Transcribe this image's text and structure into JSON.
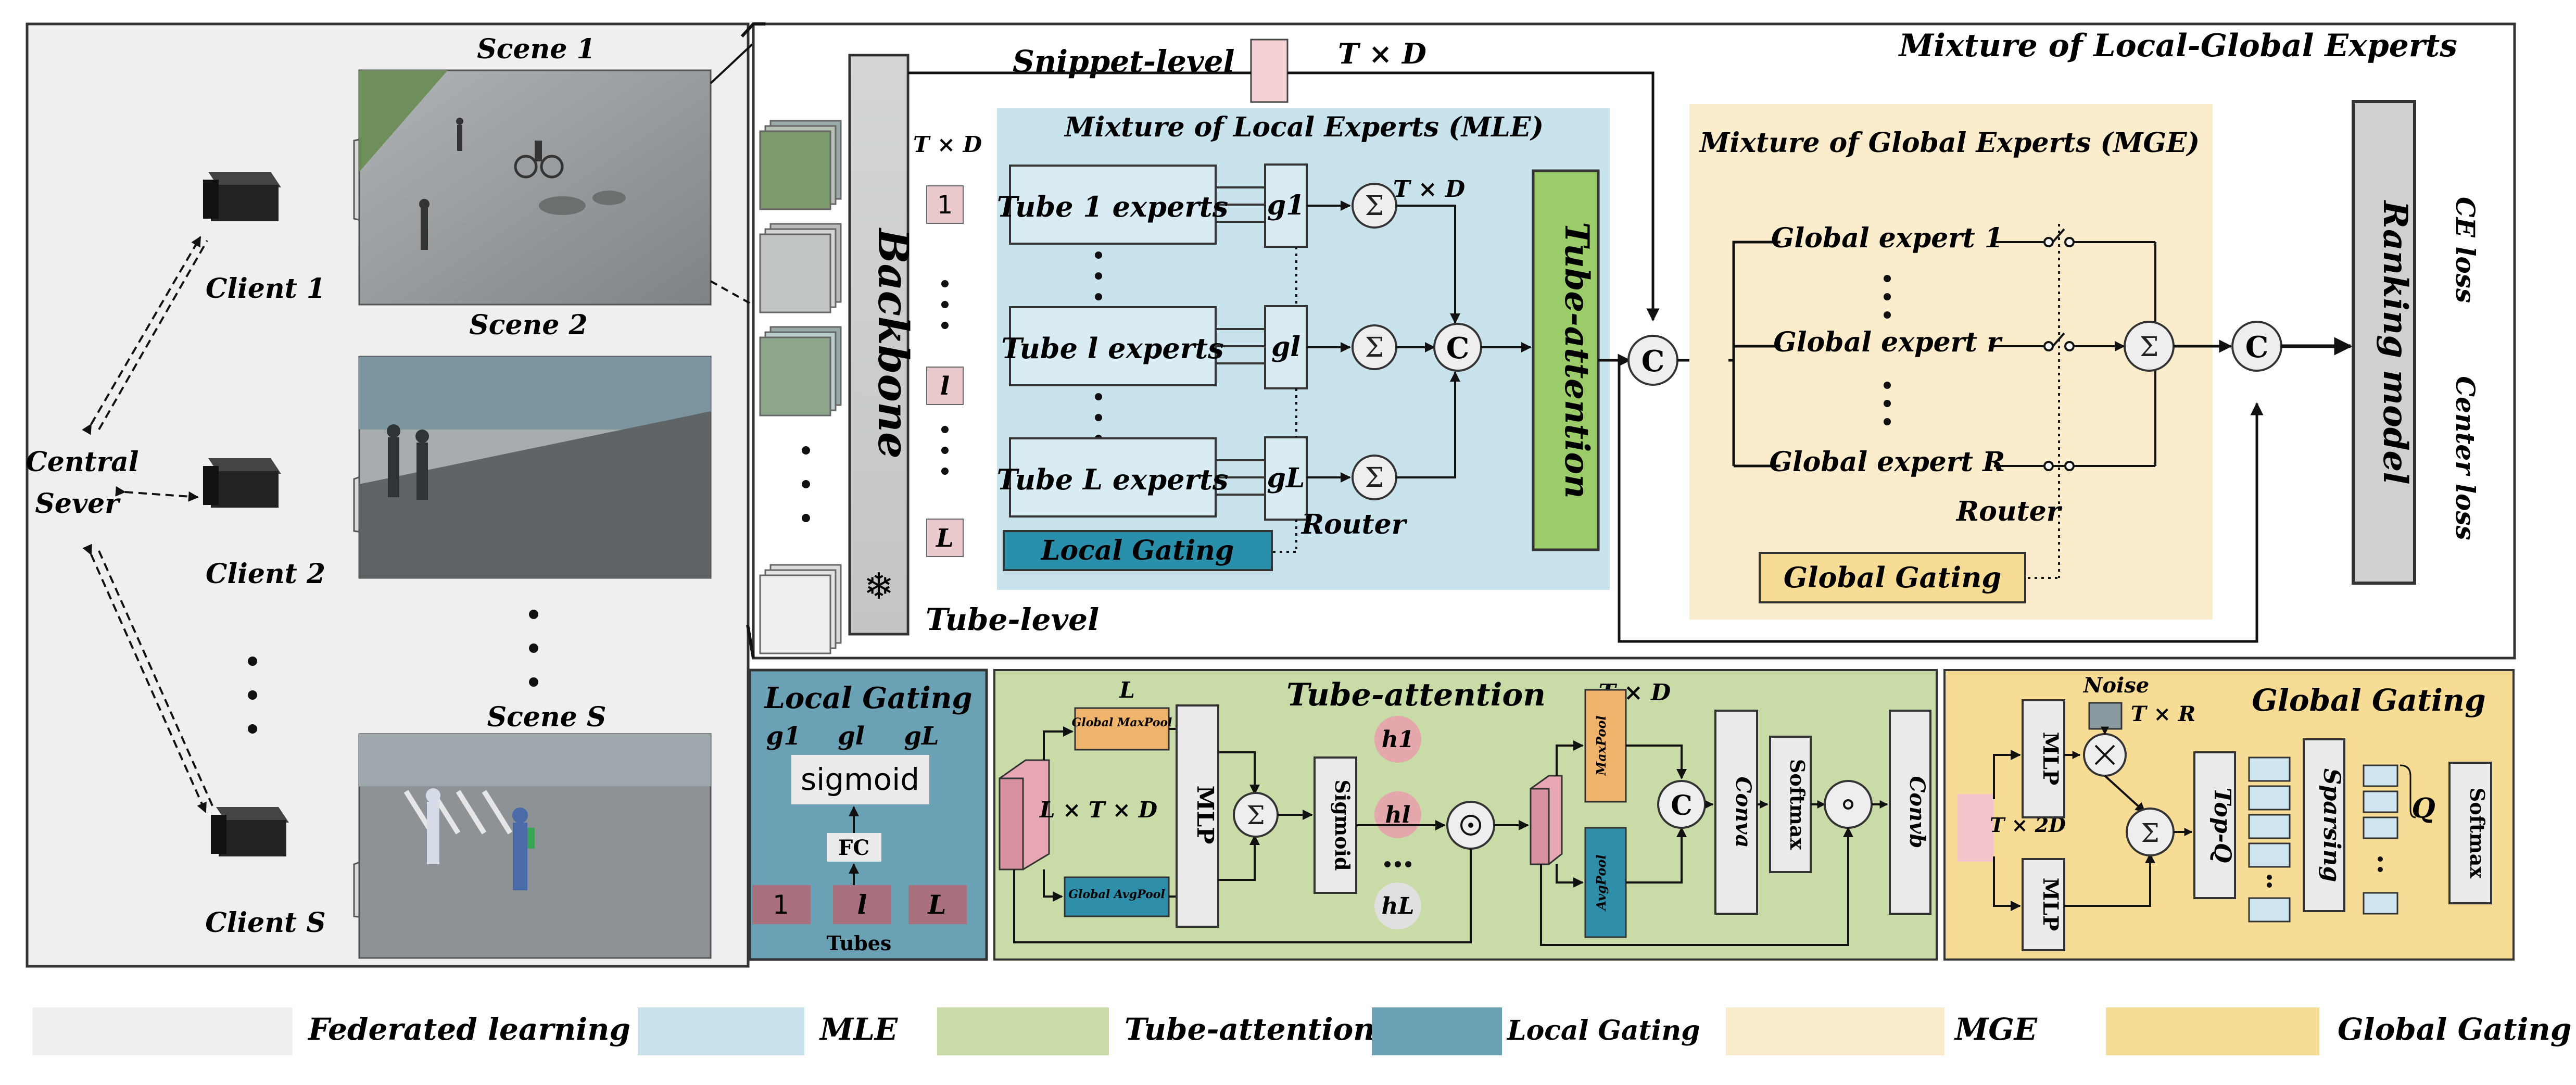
{
  "fl": {
    "scenes": [
      "Scene 1",
      "Scene 2",
      "Scene S"
    ],
    "clients": [
      "Client 1",
      "Client 2",
      "Client S"
    ],
    "server": [
      "Central",
      "Sever"
    ]
  },
  "main": {
    "title": "Mixture of Local-Global Experts",
    "snippet_label": "Snippet-level",
    "snippet_dim": "T × D",
    "backbone": "Backbone",
    "tube_level": "Tube-level",
    "input_dim": "T × D",
    "input_tubes": [
      "1",
      "l",
      "L"
    ],
    "mle_title": "Mixture of Local Experts (MLE)",
    "mle_experts": [
      "Tube 1 experts",
      "Tube l experts",
      "Tube L experts"
    ],
    "gate_labels": [
      "g1",
      "gl",
      "gL"
    ],
    "mle_sum_dim": "T × D",
    "router": "Router",
    "local_gating": "Local Gating",
    "tube_attention": "Tube-attention",
    "mge_title": "Mixture of Global Experts (MGE)",
    "global_experts": [
      "Global expert 1",
      "Global expert r",
      "Global expert R"
    ],
    "global_router": "Router",
    "global_gating": "Global Gating",
    "ranking": "Ranking model",
    "losses": [
      "CE loss",
      "Center loss"
    ],
    "concat": "C",
    "sum": "Σ"
  },
  "lg_detail": {
    "title": "Local Gating",
    "gates": [
      "g1",
      "gl",
      "gL"
    ],
    "sigmoid": "sigmoid",
    "fc": "FC",
    "tubes": [
      "1",
      "l",
      "L"
    ],
    "tubes_label": "Tubes"
  },
  "ta_detail": {
    "title": "Tube-attention",
    "L": "L",
    "global_maxpool": "Global MaxPool",
    "global_avgpool": "Global AvgPool",
    "input_dim": "L × T × D",
    "mlp": "MLP",
    "sigmoid": "Sigmoid",
    "h": [
      "h1",
      "hl",
      "hL"
    ],
    "out_dim": "T × D",
    "maxpool": "MaxPool",
    "avgpool": "AvgPool",
    "conv_a": "Conva",
    "softmax": "Softmax",
    "conv_b": "Convb"
  },
  "gg_detail": {
    "title": "Global Gating",
    "noise": "Noise",
    "noise_dim": "T × R",
    "input_dim": "T × 2D",
    "mlp": "MLP",
    "topq": "Top-Q",
    "sparsing": "Sparsing",
    "q": "Q",
    "softmax": "Softmax"
  },
  "legend": [
    {
      "label": "Federated learning",
      "color": "#efefef"
    },
    {
      "label": "MLE",
      "color": "#c9e3ed"
    },
    {
      "label": "Tube-attention",
      "color": "#c9dba6"
    },
    {
      "label": "Local Gating",
      "color": "#6aa1b5"
    },
    {
      "label": "MGE",
      "color": "#fbeccc"
    },
    {
      "label": "Global Gating",
      "color": "#f6dc95"
    }
  ]
}
